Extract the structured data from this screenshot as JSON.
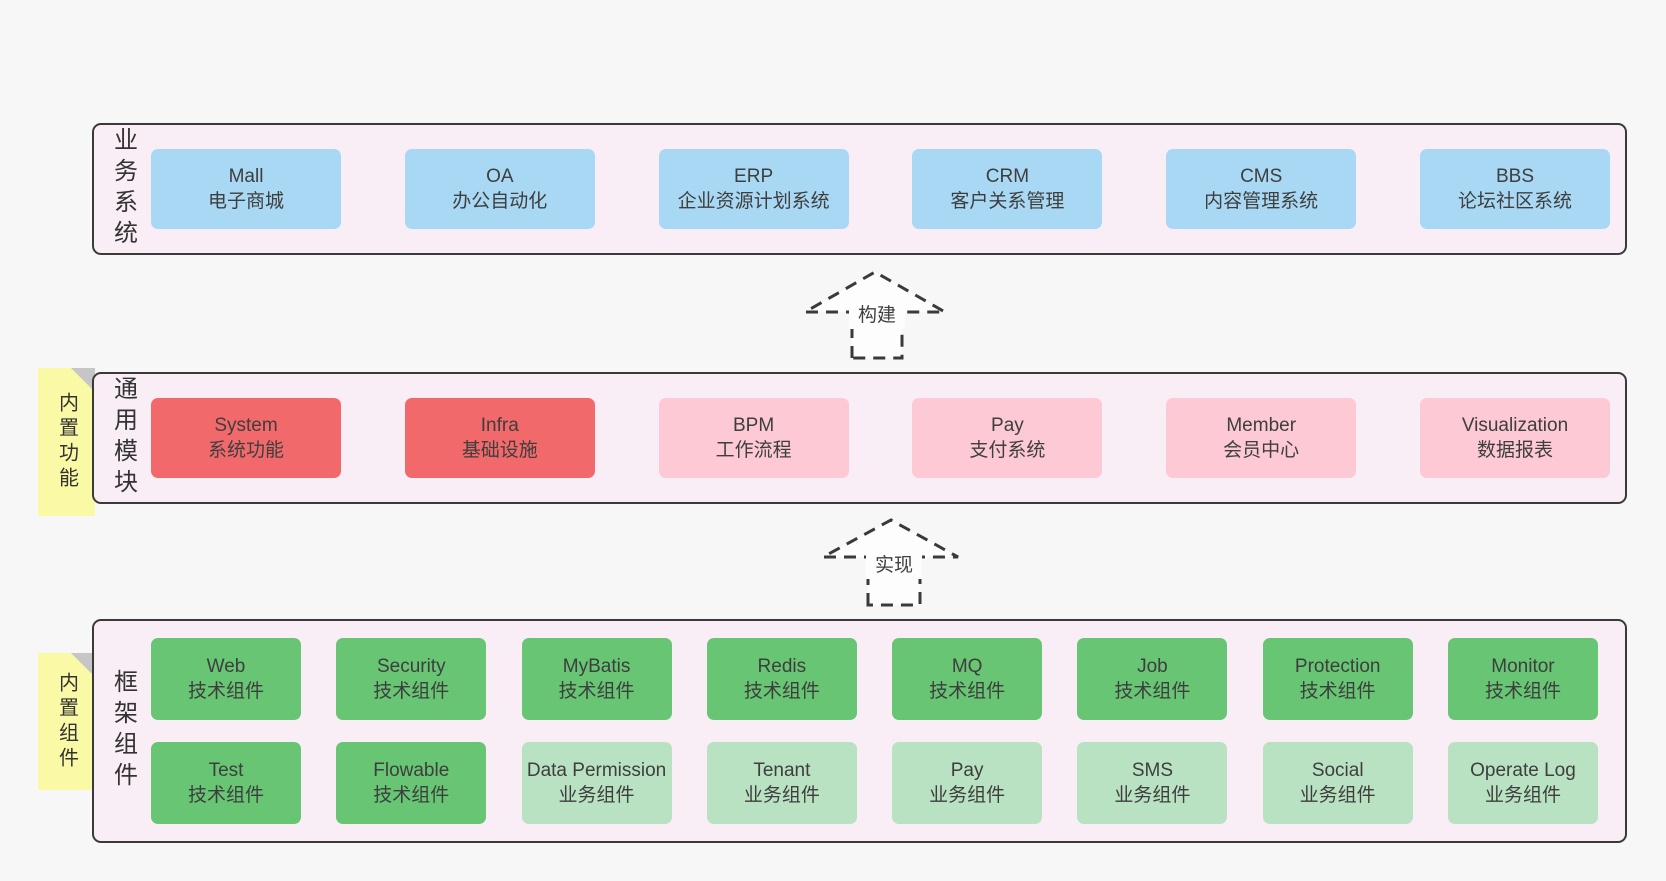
{
  "page": {
    "background": "#f7f7f7"
  },
  "palette": {
    "pageBg": "#f7f7f7",
    "panel": "#f9edf6",
    "panelBorder": "#3a3a3a",
    "blue": "#a8d8f3",
    "red": "#f2696b",
    "pink": "#fcc9d4",
    "green": "#67c573",
    "lightGreen": "#b9e2c2",
    "tabYellow": "#fafaa6",
    "tabFold": "#c6c6c6",
    "text": "#3e3e3e",
    "arrow": "#3a3a3a"
  },
  "sections": [
    {
      "id": "business-systems",
      "side_label": "业务系统",
      "tab_label": null,
      "rows": [
        [
          {
            "name": "Mall",
            "subtitle": "电子商城",
            "color": "blue"
          },
          {
            "name": "OA",
            "subtitle": "办公自动化",
            "color": "blue"
          },
          {
            "name": "ERP",
            "subtitle": "企业资源计划系统",
            "color": "blue"
          },
          {
            "name": "CRM",
            "subtitle": "客户关系管理",
            "color": "blue"
          },
          {
            "name": "CMS",
            "subtitle": "内容管理系统",
            "color": "blue"
          },
          {
            "name": "BBS",
            "subtitle": "论坛社区系统",
            "color": "blue"
          }
        ]
      ]
    },
    {
      "id": "common-modules",
      "side_label": "通用模块",
      "tab_label": "内置功能",
      "rows": [
        [
          {
            "name": "System",
            "subtitle": "系统功能",
            "color": "red"
          },
          {
            "name": "Infra",
            "subtitle": "基础设施",
            "color": "red"
          },
          {
            "name": "BPM",
            "subtitle": "工作流程",
            "color": "pink"
          },
          {
            "name": "Pay",
            "subtitle": "支付系统",
            "color": "pink"
          },
          {
            "name": "Member",
            "subtitle": "会员中心",
            "color": "pink"
          },
          {
            "name": "Visualization",
            "subtitle": "数据报表",
            "color": "pink"
          }
        ]
      ]
    },
    {
      "id": "framework-components",
      "side_label": "框架组件",
      "tab_label": "内置组件",
      "rows": [
        [
          {
            "name": "Web",
            "subtitle": "技术组件",
            "color": "green"
          },
          {
            "name": "Security",
            "subtitle": "技术组件",
            "color": "green"
          },
          {
            "name": "MyBatis",
            "subtitle": "技术组件",
            "color": "green"
          },
          {
            "name": "Redis",
            "subtitle": "技术组件",
            "color": "green"
          },
          {
            "name": "MQ",
            "subtitle": "技术组件",
            "color": "green"
          },
          {
            "name": "Job",
            "subtitle": "技术组件",
            "color": "green"
          },
          {
            "name": "Protection",
            "subtitle": "技术组件",
            "color": "green"
          },
          {
            "name": "Monitor",
            "subtitle": "技术组件",
            "color": "green"
          }
        ],
        [
          {
            "name": "Test",
            "subtitle": "技术组件",
            "color": "green"
          },
          {
            "name": "Flowable",
            "subtitle": "技术组件",
            "color": "green"
          },
          {
            "name": "Data Permission",
            "subtitle": "业务组件",
            "color": "lightGreen"
          },
          {
            "name": "Tenant",
            "subtitle": "业务组件",
            "color": "lightGreen"
          },
          {
            "name": "Pay",
            "subtitle": "业务组件",
            "color": "lightGreen"
          },
          {
            "name": "SMS",
            "subtitle": "业务组件",
            "color": "lightGreen"
          },
          {
            "name": "Social",
            "subtitle": "业务组件",
            "color": "lightGreen"
          },
          {
            "name": "Operate Log",
            "subtitle": "业务组件",
            "color": "lightGreen"
          }
        ]
      ]
    }
  ],
  "arrows": [
    {
      "label": "构建"
    },
    {
      "label": "实现"
    }
  ]
}
